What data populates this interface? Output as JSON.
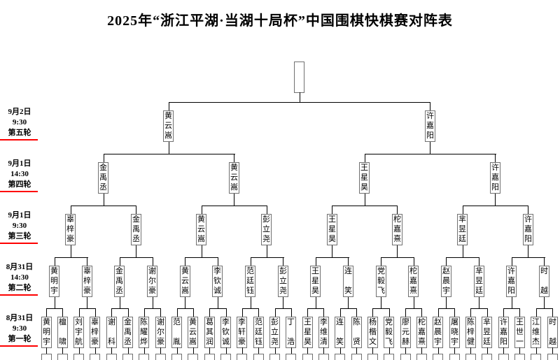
{
  "title": "2025年“浙江平湖·当湖十局杯”中国围棋快棋赛对阵表",
  "schedule": [
    {
      "date": "9月2日",
      "time": "9:30",
      "round_label": "第五轮"
    },
    {
      "date": "9月1日",
      "time": "14:30",
      "round_label": "第四轮"
    },
    {
      "date": "9月1日",
      "time": "9:30",
      "round_label": "第三轮"
    },
    {
      "date": "8月31日",
      "time": "14:30",
      "round_label": "第二轮"
    },
    {
      "date": "8月31日",
      "time": "9:30",
      "round_label": "第一轮"
    }
  ],
  "bracket": {
    "champion": "",
    "round5": [
      "黄云嵩",
      "许嘉阳"
    ],
    "round4": [
      "金禹丞",
      "黄云嵩",
      "王星昊",
      "许嘉阳"
    ],
    "round3": [
      "辜梓豪",
      "金禹丞",
      "黄云嵩",
      "彭立尧",
      "王星昊",
      "柁嘉熹",
      "芈昱廷",
      "许嘉阳"
    ],
    "round2": [
      "黄明宇",
      "辜梓豪",
      "金禹丞",
      "谢尔豪",
      "黄云嵩",
      "李钦诚",
      "范廷钰",
      "彭立尧",
      "王星昊",
      "连笑",
      "党毅飞",
      "柁嘉熹",
      "赵晨宇",
      "芈昱廷",
      "许嘉阳",
      "时越"
    ],
    "round1": [
      "黄明宇",
      "檀啸",
      "刘宇航",
      "辜梓豪",
      "谢科",
      "金禹丞",
      "陈耀烨",
      "谢尔豪",
      "范胤",
      "黄云嵩",
      "葛其润",
      "李钦诚",
      "李轩豪",
      "范廷钰",
      "彭立尧",
      "丁浩",
      "王星昊",
      "李维清",
      "连笑",
      "陈贤",
      "杨楷文",
      "党毅飞",
      "廖元赫",
      "柁嘉熹",
      "赵晨宇",
      "屠晓宇",
      "陈梓健",
      "芈昱廷",
      "许嘉阳",
      "王世一",
      "江维杰",
      "时越"
    ]
  },
  "colors": {
    "line": "#000000",
    "box_border": "#707070",
    "schedule_underline": "#fe0000",
    "background": "#ffffff",
    "text": "#000000"
  }
}
